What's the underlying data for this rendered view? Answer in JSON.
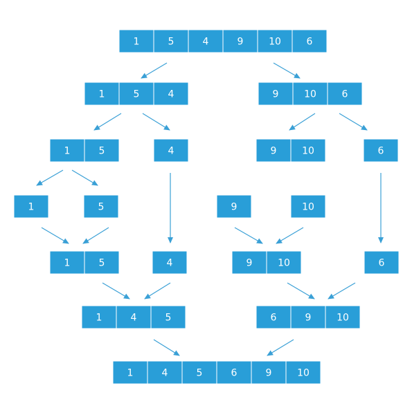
{
  "colors": {
    "box_fill": "#299ed8",
    "box_border": "#ffffff",
    "text": "#ffffff",
    "arrow": "#3aa0d6"
  },
  "levels": [
    {
      "name": "initial-array",
      "groups": [
        [
          "1",
          "5",
          "4",
          "9",
          "10",
          "6"
        ]
      ]
    },
    {
      "name": "split-1",
      "groups": [
        [
          "1",
          "5",
          "4"
        ],
        [
          "9",
          "10",
          "6"
        ]
      ]
    },
    {
      "name": "split-2",
      "groups": [
        [
          "1",
          "5"
        ],
        [
          "4"
        ],
        [
          "9",
          "10"
        ],
        [
          "6"
        ]
      ]
    },
    {
      "name": "split-3",
      "groups": [
        [
          "1"
        ],
        [
          "5"
        ],
        [
          "9"
        ],
        [
          "10"
        ]
      ]
    },
    {
      "name": "merge-1",
      "groups": [
        [
          "1",
          "5"
        ],
        [
          "4"
        ],
        [
          "9",
          "10"
        ],
        [
          "6"
        ]
      ]
    },
    {
      "name": "merge-2",
      "groups": [
        [
          "1",
          "4",
          "5"
        ],
        [
          "6",
          "9",
          "10"
        ]
      ]
    },
    {
      "name": "sorted-array",
      "groups": [
        [
          "1",
          "4",
          "5",
          "6",
          "9",
          "10"
        ]
      ]
    }
  ]
}
